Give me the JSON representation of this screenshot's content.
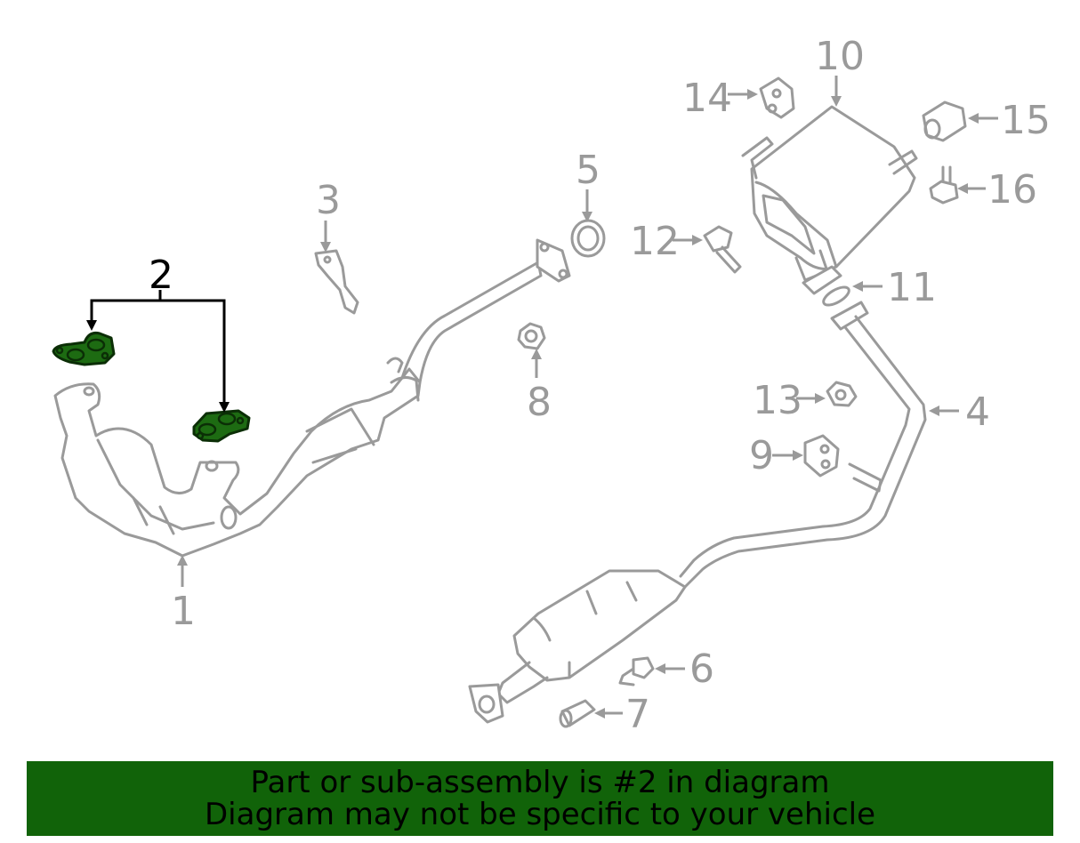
{
  "footer": {
    "line1": "Part or sub-assembly is #2 in diagram",
    "line2": "Diagram may not be specific to your vehicle"
  },
  "colors": {
    "highlight": "#1d6b12",
    "banner": "#116309",
    "part_stroke": "#9a9a9a"
  },
  "callouts": {
    "c1": "1",
    "c2": "2",
    "c3": "3",
    "c4": "4",
    "c5": "5",
    "c6": "6",
    "c7": "7",
    "c8": "8",
    "c9": "9",
    "c10": "10",
    "c11": "11",
    "c12": "12",
    "c13": "13",
    "c14": "14",
    "c15": "15",
    "c16": "16"
  },
  "highlighted_part": "2"
}
